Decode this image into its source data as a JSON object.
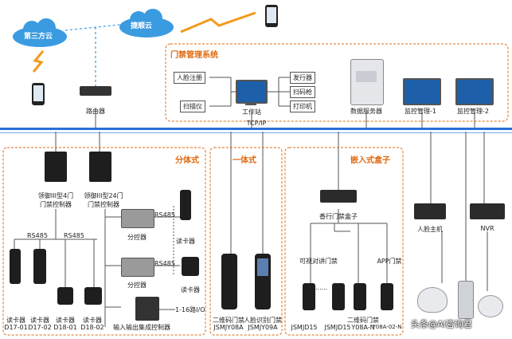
{
  "clouds": {
    "third_party": "第三方云",
    "jieshun": "捷顺云"
  },
  "network": {
    "router": "路由器",
    "tcpip": "TCP/IP"
  },
  "mgmt": {
    "title": "门禁管理系统",
    "face_reg": "人脸注册",
    "scanner": "扫描仪",
    "workstation": "工作站",
    "card_issuer": "发行器",
    "scan_gun": "扫码枪",
    "printer": "打印机",
    "db_server": "数据服务器",
    "monitor1": "监控管理-1",
    "monitor2": "监控管理-2"
  },
  "split": {
    "title": "分体式",
    "ctrl4": [
      "领御III型4门",
      "门禁控制器"
    ],
    "ctrl24": [
      "领御III型24门",
      "门禁控制器"
    ],
    "rs485_a": "RS485",
    "rs485_b": "RS485",
    "rs485_c": "RS485",
    "rs485_d": "RS485",
    "sub_ctrl1": "分控器",
    "sub_ctrl2": "分控器",
    "reader_r1": "读卡器",
    "reader_r2": "读卡器",
    "io_range": "1-16路I/O",
    "io_ctrl": "输入输出集成控制器",
    "readers": [
      {
        "name": "读卡器",
        "model": "D17-01"
      },
      {
        "name": "读卡器",
        "model": "D17-02"
      },
      {
        "name": "读卡器",
        "model": "D18-01"
      },
      {
        "name": "读卡器",
        "model": "D18-02"
      }
    ]
  },
  "integrated": {
    "title": "一体式",
    "items": [
      {
        "name": "二维码门禁",
        "model": "JSMJY08A"
      },
      {
        "name": "人脸识别门禁",
        "model": "JSMJY09A"
      }
    ]
  },
  "embedded": {
    "title": "嵌入式盒子",
    "box": "香行门禁盒子",
    "dots": "......",
    "items": [
      {
        "name": "可视对讲门禁",
        "model": "JSMJD15"
      },
      {
        "name": "",
        "model": "JSMJD15"
      },
      {
        "name": "二维码门禁",
        "model": "Y08A-N"
      },
      {
        "name": "APP门禁",
        "model": "Y08A-02-N"
      }
    ]
  },
  "right": {
    "face_host": "人脸主机",
    "nvr": "NVR"
  },
  "watermark": "头条@AI咨询君",
  "colors": {
    "bus": "#2a6fd6",
    "accent": "#e06a10",
    "cloud": "#3a9be0",
    "bolt": "#f29b1d"
  }
}
